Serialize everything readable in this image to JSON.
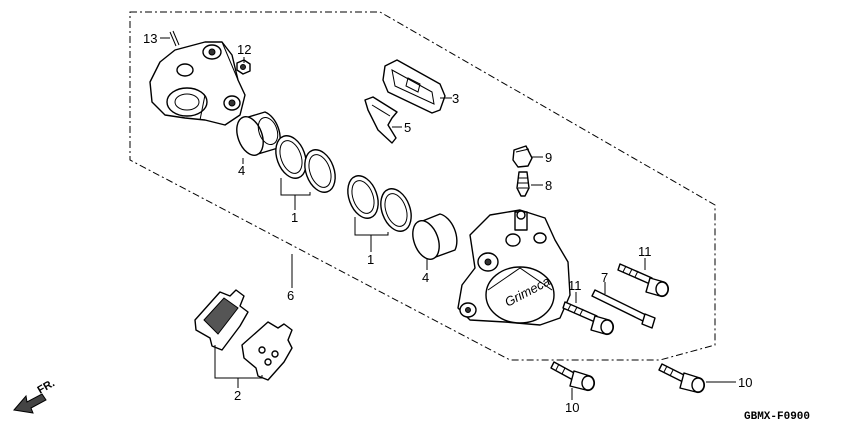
{
  "diagram": {
    "code": "GBMX-F0900",
    "front_marker": "FR.",
    "callouts": [
      "13",
      "12",
      "3",
      "5",
      "4",
      "1",
      "9",
      "8",
      "1",
      "4",
      "6",
      "11",
      "7",
      "11",
      "2",
      "10",
      "10"
    ],
    "caliper_logo": "Grimeca"
  }
}
